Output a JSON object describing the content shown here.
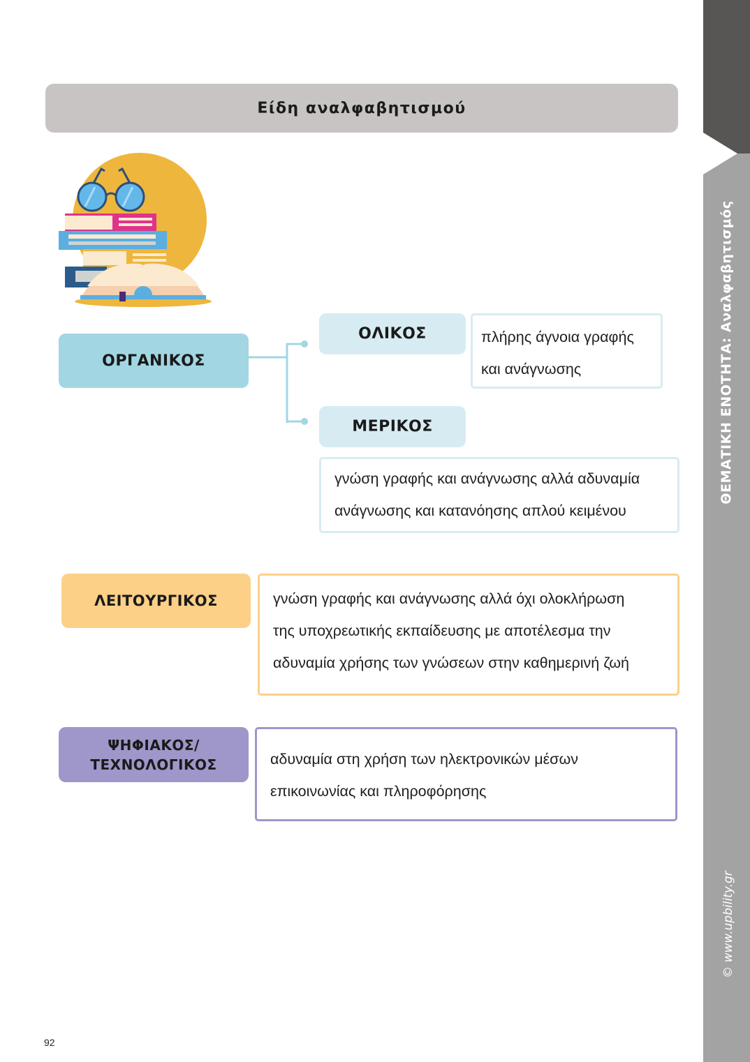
{
  "page": {
    "title": "Είδη αναλφαβητισμού",
    "page_number": "92"
  },
  "sidebar": {
    "section_title": "ΘΕΜΑΤΙΚΗ ΕΝΟΤΗΤΑ: Αναλφαβητισμός",
    "copyright": "© www.upbility.gr"
  },
  "illustration": {
    "icon": "books-and-glasses-icon"
  },
  "types": {
    "organikos": {
      "label": "ΟΡΓΑΝΙΚΟΣ",
      "subtypes": [
        {
          "label": "ΟΛΙΚΟΣ",
          "description_lines": [
            "πλήρης άγνοια γραφής",
            "και ανάγνωσης"
          ]
        },
        {
          "label": "ΜΕΡΙΚΟΣ",
          "description_lines": [
            "γνώση γραφής και ανάγνωσης αλλά αδυναμία",
            "ανάγνωσης και κατανόησης απλού κειμένου"
          ]
        }
      ]
    },
    "leitourgikos": {
      "label": "ΛΕΙΤΟΥΡΓΙΚΟΣ",
      "description_lines": [
        "γνώση γραφής και ανάγνωσης αλλά όχι ολοκλήρωση",
        "της υποχρεωτικής εκπαίδευσης με αποτέλεσμα την",
        "αδυναμία χρήσης των γνώσεων στην καθημερινή ζωή"
      ]
    },
    "psifiakos": {
      "label_lines": [
        "ΨΗΦΙΑΚΟΣ/",
        "ΤΕΧΝΟΛΟΓΙΚΟΣ"
      ],
      "description_lines": [
        "αδυναμία στη χρήση των ηλεκτρονικών μέσων",
        "επικοινωνίας και πληροφόρησης"
      ]
    }
  },
  "colors": {
    "title_bar": "#c7c4c3",
    "organikos": "#a2d6e3",
    "organikos_sub": "#d7ecf2",
    "leitourgikos": "#fcd087",
    "psifiakos": "#9f96c9",
    "sidebar_dark": "#575655",
    "sidebar_light": "#a3a3a3"
  }
}
